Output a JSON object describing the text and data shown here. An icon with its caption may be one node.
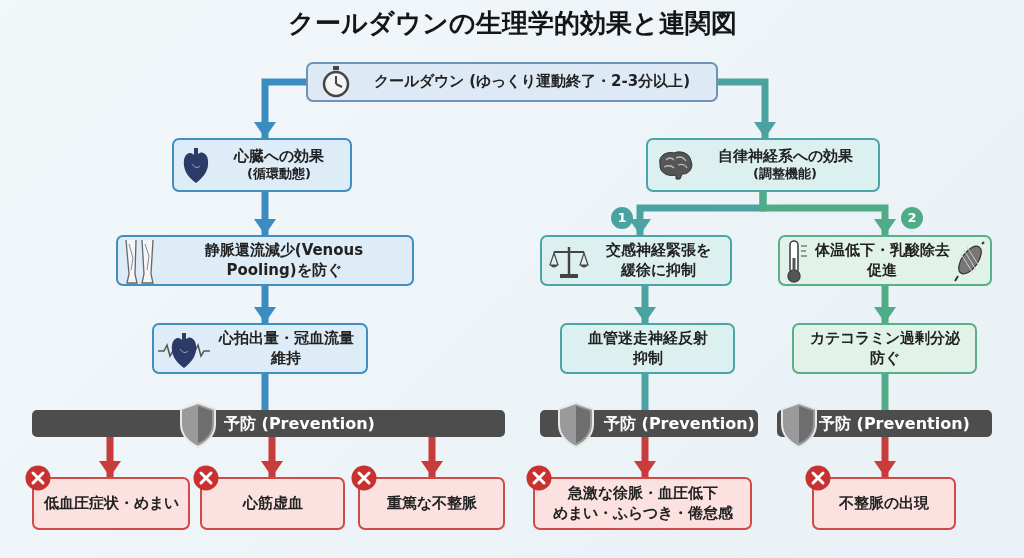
{
  "diagram": {
    "title": "クールダウンの生理学的効果と連関図",
    "nodes": [
      {
        "text": [
          "クールダウン (ゆっくり運動終了・2-3分以上)"
        ]
      },
      {
        "text": [
          "心臓への効果",
          "(循環動態)"
        ]
      },
      {
        "text": [
          "自律神経系への効果",
          "(調整機能)"
        ]
      },
      {
        "text": [
          "静脈還流減少(Venous Pooling)を防ぐ"
        ]
      },
      {
        "text": [
          "心拍出量・冠血流量維持"
        ]
      },
      {
        "text": [
          "交感神経緊張を緩徐に抑制"
        ]
      },
      {
        "text": [
          "体温低下・乳酸除去促進"
        ]
      },
      {
        "text": [
          "血管迷走神経反射抑制"
        ]
      },
      {
        "text": [
          "カテコラミン過剰分泌防ぐ"
        ]
      },
      {
        "text": [
          "予防 (Prevention)"
        ]
      },
      {
        "text": [
          "予防 (Prevention)"
        ]
      },
      {
        "text": [
          "予防 (Prevention)"
        ]
      },
      {
        "text": [
          "低血圧症状・めまい"
        ]
      },
      {
        "text": [
          "心筋虚血"
        ]
      },
      {
        "text": [
          "重篤な不整脈"
        ]
      },
      {
        "text": [
          "急激な徐脈・血圧低下",
          "めまい・ふらつき・倦怠感"
        ]
      },
      {
        "text": [
          "不整脈の出現"
        ]
      }
    ],
    "edges": [
      {
        "from": 0,
        "to": 1,
        "arrow": "to",
        "color": "#3b8dbf"
      },
      {
        "from": 0,
        "to": 2,
        "arrow": "to",
        "color": "#4aa3a0"
      },
      {
        "from": 1,
        "to": 3,
        "arrow": "to",
        "color": "#3b8dbf"
      },
      {
        "from": 3,
        "to": 4,
        "arrow": "to",
        "color": "#3b8dbf"
      },
      {
        "from": 4,
        "to": 9,
        "arrow": "none",
        "color": "#3b8dbf"
      },
      {
        "from": 9,
        "to": 12,
        "arrow": "to",
        "color": "#c93c3c"
      },
      {
        "from": 9,
        "to": 13,
        "arrow": "to",
        "color": "#c93c3c"
      },
      {
        "from": 9,
        "to": 14,
        "arrow": "to",
        "color": "#c93c3c"
      },
      {
        "from": 2,
        "to": 5,
        "label": "1",
        "arrow": "to",
        "color": "#4aa3a0"
      },
      {
        "from": 2,
        "to": 6,
        "label": "2",
        "arrow": "to",
        "color": "#4fac86"
      },
      {
        "from": 5,
        "to": 7,
        "arrow": "to",
        "color": "#4aa3a0"
      },
      {
        "from": 7,
        "to": 10,
        "arrow": "none",
        "color": "#4aa3a0"
      },
      {
        "from": 10,
        "to": 15,
        "arrow": "to",
        "color": "#c93c3c"
      },
      {
        "from": 6,
        "to": 8,
        "arrow": "to",
        "color": "#4fac86"
      },
      {
        "from": 8,
        "to": 11,
        "arrow": "none",
        "color": "#4fac86"
      },
      {
        "from": 11,
        "to": 16,
        "arrow": "to",
        "color": "#c93c3c"
      }
    ]
  }
}
